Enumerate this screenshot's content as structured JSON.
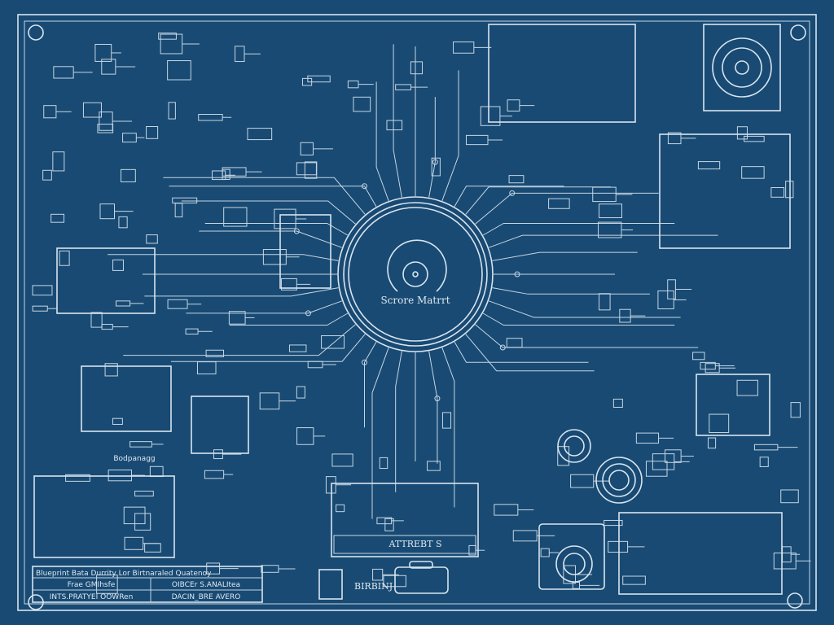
{
  "colors": {
    "background": "#184a73",
    "line": "#d8e4ee"
  },
  "center_label": "Scrore Matrrt",
  "panel_label": "ATTREBT S",
  "bottom_label": "BIRBINJ",
  "title_block": {
    "header": "Blueprint Bata Durrity Lor Birtnaraled Quatenoy",
    "rows": [
      [
        "Frae GMIhsfe",
        "OIBCEr S.ANALItea"
      ],
      [
        "INTS.PRATYEI OOWRen",
        "DACIN_BRE AVERO"
      ]
    ]
  },
  "side_label": "Bodpanagg"
}
